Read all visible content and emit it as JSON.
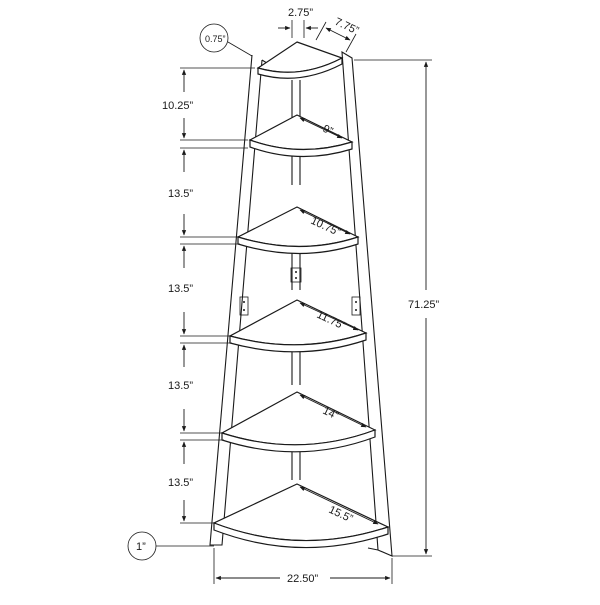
{
  "dimensions": {
    "top_width": "2.75”",
    "top_depth": "7.75”",
    "leg_thickness": "0.75”",
    "foot_height": "1”",
    "overall_height": "71.25”",
    "overall_width": "22.50”",
    "shelf_spacings": [
      "10.25”",
      "13.5”",
      "13.5”",
      "13.5”",
      "13.5”"
    ],
    "shelf_depths": [
      "9”",
      "10.75”",
      "11.75”",
      "14”",
      "15.5”"
    ]
  },
  "colors": {
    "line": "#1a1a1a",
    "background": "#ffffff"
  }
}
